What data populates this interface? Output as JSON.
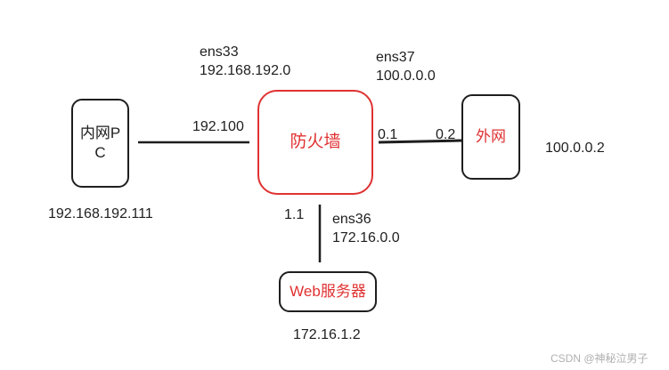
{
  "nodes": {
    "pc": {
      "label_line1": "内网P",
      "label_line2": "C"
    },
    "firewall": {
      "label": "防火墙"
    },
    "internet": {
      "label": "外网"
    },
    "web": {
      "label": "Web服务器"
    }
  },
  "labels": {
    "ens33_name": "ens33",
    "ens33_net": "192.168.192.0",
    "ens37_name": "ens37",
    "ens37_net": "100.0.0.0",
    "ens36_name": "ens36",
    "ens36_net": "172.16.0.0",
    "fw_ens33_ip": "192.100",
    "fw_ens37_ip": "0.1",
    "internet_ip_suffix": "0.2",
    "fw_ens36_ip": "1.1",
    "pc_ip": "192.168.192.111",
    "internet_ip": "100.0.0.2",
    "web_ip": "172.16.1.2"
  },
  "colors": {
    "accent_red": "#e03131",
    "stroke": "#1e1e1e"
  },
  "watermark": "CSDN @神秘泣男子"
}
